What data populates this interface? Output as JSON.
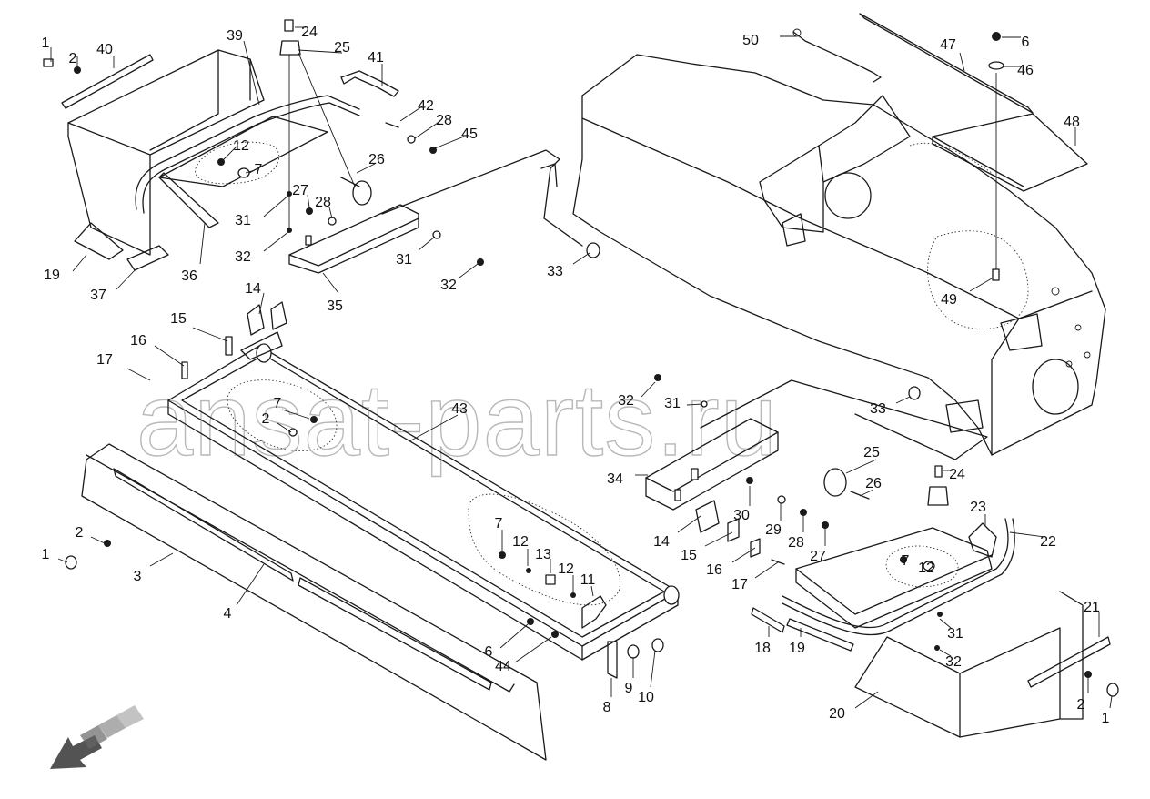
{
  "watermark": "ansat-parts.ru",
  "callouts": [
    {
      "id": "c1a",
      "text": "1"
    },
    {
      "id": "c2a",
      "text": "2"
    },
    {
      "id": "c40",
      "text": "40"
    },
    {
      "id": "c39",
      "text": "39"
    },
    {
      "id": "c24a",
      "text": "24"
    },
    {
      "id": "c25a",
      "text": "25"
    },
    {
      "id": "c41",
      "text": "41"
    },
    {
      "id": "c42",
      "text": "42"
    },
    {
      "id": "c28a",
      "text": "28"
    },
    {
      "id": "c45",
      "text": "45"
    },
    {
      "id": "c12a",
      "text": "12"
    },
    {
      "id": "c7a",
      "text": "7"
    },
    {
      "id": "c26a",
      "text": "26"
    },
    {
      "id": "c27a",
      "text": "27"
    },
    {
      "id": "c28b",
      "text": "28"
    },
    {
      "id": "c31a",
      "text": "31"
    },
    {
      "id": "c32a",
      "text": "32"
    },
    {
      "id": "c31b",
      "text": "31"
    },
    {
      "id": "c32b",
      "text": "32"
    },
    {
      "id": "c19a",
      "text": "19"
    },
    {
      "id": "c36",
      "text": "36"
    },
    {
      "id": "c37",
      "text": "37"
    },
    {
      "id": "c35",
      "text": "35"
    },
    {
      "id": "c33a",
      "text": "33"
    },
    {
      "id": "c50",
      "text": "50"
    },
    {
      "id": "c47",
      "text": "47"
    },
    {
      "id": "c6a",
      "text": "6"
    },
    {
      "id": "c46",
      "text": "46"
    },
    {
      "id": "c48",
      "text": "48"
    },
    {
      "id": "c49",
      "text": "49"
    },
    {
      "id": "c14a",
      "text": "14"
    },
    {
      "id": "c15a",
      "text": "15"
    },
    {
      "id": "c16a",
      "text": "16"
    },
    {
      "id": "c17a",
      "text": "17"
    },
    {
      "id": "c7b",
      "text": "7"
    },
    {
      "id": "c2b",
      "text": "2"
    },
    {
      "id": "c43",
      "text": "43"
    },
    {
      "id": "c32c",
      "text": "32"
    },
    {
      "id": "c31c",
      "text": "31"
    },
    {
      "id": "c33b",
      "text": "33"
    },
    {
      "id": "c25b",
      "text": "25"
    },
    {
      "id": "c24b",
      "text": "24"
    },
    {
      "id": "c34",
      "text": "34"
    },
    {
      "id": "c26b",
      "text": "26"
    },
    {
      "id": "c30",
      "text": "30"
    },
    {
      "id": "c29",
      "text": "29"
    },
    {
      "id": "c28c",
      "text": "28"
    },
    {
      "id": "c27b",
      "text": "27"
    },
    {
      "id": "c23",
      "text": "23"
    },
    {
      "id": "c22",
      "text": "22"
    },
    {
      "id": "c14b",
      "text": "14"
    },
    {
      "id": "c15b",
      "text": "15"
    },
    {
      "id": "c16b",
      "text": "16"
    },
    {
      "id": "c17b",
      "text": "17"
    },
    {
      "id": "c7c",
      "text": "7"
    },
    {
      "id": "c12b",
      "text": "12"
    },
    {
      "id": "c2c",
      "text": "2"
    },
    {
      "id": "c1b",
      "text": "1"
    },
    {
      "id": "c3",
      "text": "3"
    },
    {
      "id": "c4",
      "text": "4"
    },
    {
      "id": "c7d",
      "text": "7"
    },
    {
      "id": "c12c",
      "text": "12"
    },
    {
      "id": "c13",
      "text": "13"
    },
    {
      "id": "c12d",
      "text": "12"
    },
    {
      "id": "c11",
      "text": "11"
    },
    {
      "id": "c6b",
      "text": "6"
    },
    {
      "id": "c44",
      "text": "44"
    },
    {
      "id": "c8",
      "text": "8"
    },
    {
      "id": "c9",
      "text": "9"
    },
    {
      "id": "c10",
      "text": "10"
    },
    {
      "id": "c18",
      "text": "18"
    },
    {
      "id": "c19b",
      "text": "19"
    },
    {
      "id": "c31d",
      "text": "31"
    },
    {
      "id": "c32d",
      "text": "32"
    },
    {
      "id": "c21",
      "text": "21"
    },
    {
      "id": "c20",
      "text": "20"
    },
    {
      "id": "c2d",
      "text": "2"
    },
    {
      "id": "c1c",
      "text": "1"
    }
  ],
  "icons": {
    "direction": "forward-direction-arrow-icon"
  }
}
